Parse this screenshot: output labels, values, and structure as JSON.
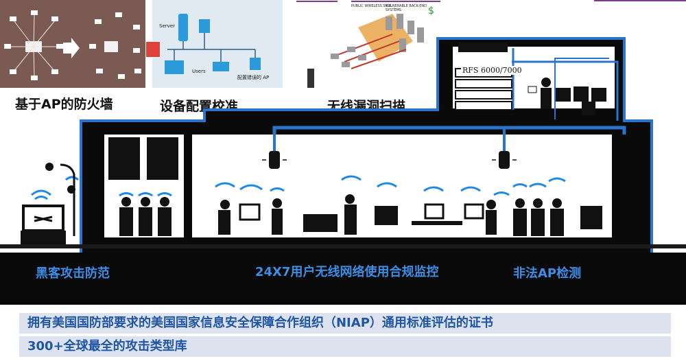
{
  "top_labels": {
    "ap_firewall": "基于AP的防火墙",
    "device_calibration": "设备配置校准",
    "wireless_scan": "无线漏洞扫描"
  },
  "calibration_panel": {
    "server": "Server",
    "users": "Users",
    "config_ap": "配置错误的 AP"
  },
  "scan_panel": {
    "public_side": "PUBLIC WIRELESS SIDE",
    "backend_side": "VULNERABLE BACK-END SYSTEMS"
  },
  "server_rack": {
    "label": "RFS 6000/7000"
  },
  "features": {
    "hacker_defense": "黑客攻击防范",
    "monitoring": "24X7用户无线网络使用合规监控",
    "rogue_ap": "非法AP检测"
  },
  "banners": {
    "niap": "拥有美国国防部要求的美国国家信息安全保障合作组织（NIAP）通用标准评估的证书",
    "attack_library": "300+全球最全的攻击类型库"
  },
  "colors": {
    "building_outline": "#2a74c9",
    "building_fill": "#0a0a0a",
    "feature_text": "#3d8ee6",
    "banner_bg": "#dde2ef",
    "banner_text": "#1e56a5",
    "ap_panel_bg": "#7a5a52",
    "calibration_panel_bg": "#dfeaf3"
  }
}
